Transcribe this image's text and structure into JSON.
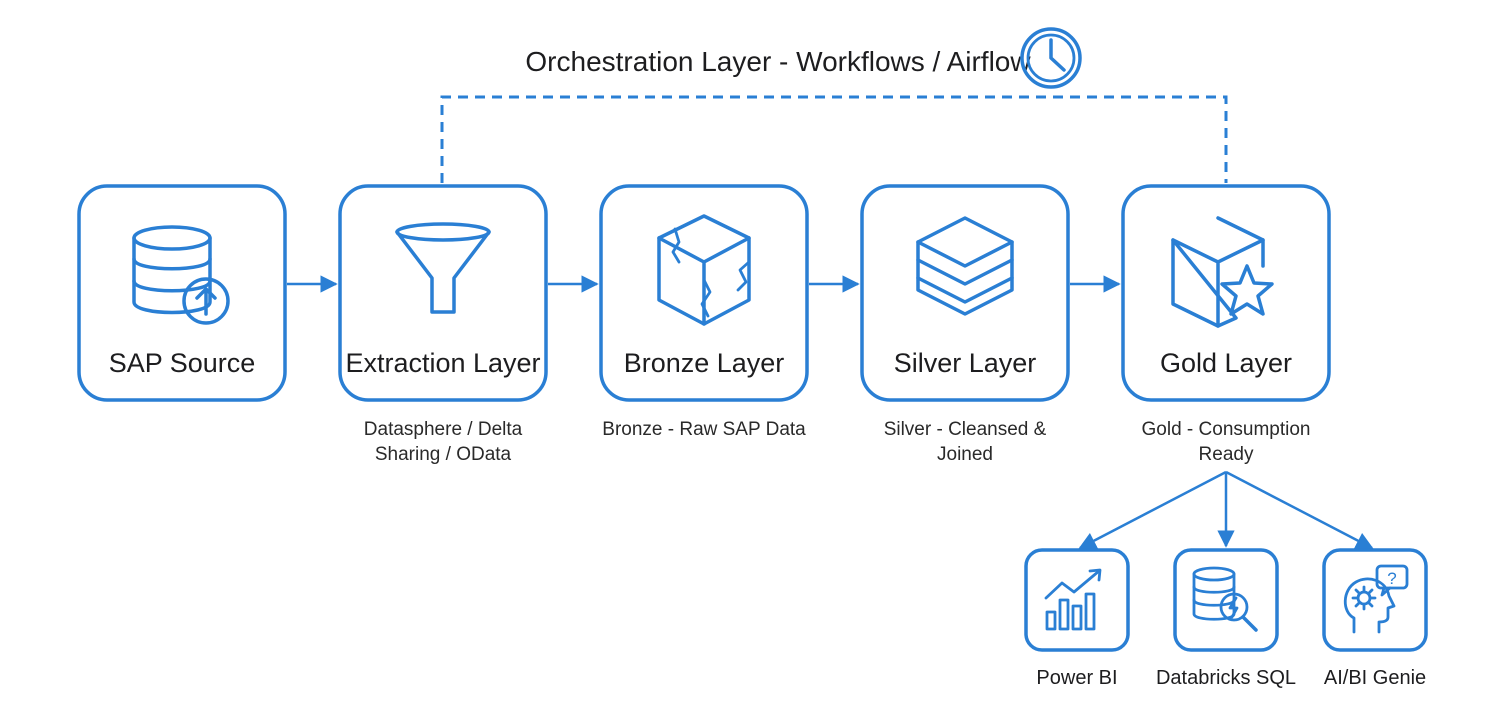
{
  "orchestration": {
    "label": "Orchestration Layer - Workflows / Airflow",
    "icon": "clock-icon"
  },
  "pipeline": [
    {
      "id": "sap-source",
      "label": "SAP Source",
      "icon": "database-upload-icon",
      "caption": []
    },
    {
      "id": "extraction-layer",
      "label": "Extraction Layer",
      "icon": "funnel-icon",
      "caption": [
        "Datasphere / Delta",
        "Sharing / OData"
      ]
    },
    {
      "id": "bronze-layer",
      "label": "Bronze Layer",
      "icon": "cracked-cube-icon",
      "caption": [
        "Bronze - Raw SAP Data"
      ]
    },
    {
      "id": "silver-layer",
      "label": "Silver Layer",
      "icon": "layers-icon",
      "caption": [
        "Silver - Cleansed &",
        "Joined"
      ]
    },
    {
      "id": "gold-layer",
      "label": "Gold Layer",
      "icon": "cube-star-icon",
      "caption": [
        "Gold - Consumption",
        "Ready"
      ]
    }
  ],
  "consumers": [
    {
      "id": "power-bi",
      "label": "Power BI",
      "icon": "bar-chart-trend-icon"
    },
    {
      "id": "databricks-sql",
      "label": "Databricks SQL",
      "icon": "database-search-bolt-icon"
    },
    {
      "id": "ai-bi-genie",
      "label": "AI/BI Genie",
      "icon": "head-gear-question-icon"
    }
  ],
  "colors": {
    "accent": "#2a7fd4",
    "text": "#1d1d1f",
    "background": "#ffffff"
  }
}
